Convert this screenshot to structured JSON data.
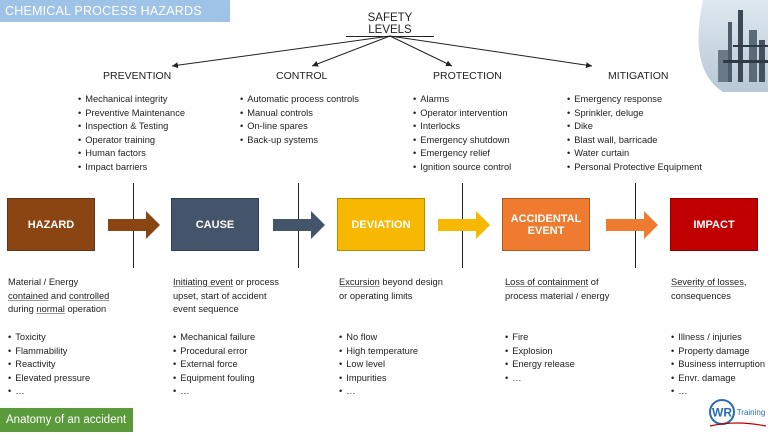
{
  "header": {
    "title": "CHEMICAL PROCESS HAZARDS ANALYSIS"
  },
  "root": {
    "label": "SAFETY LEVELS"
  },
  "categories": [
    {
      "name": "PREVENTION",
      "items": [
        "Mechanical integrity",
        "Preventive Maintenance",
        "Inspection & Testing",
        "Operator training",
        "Human factors",
        "Impact barriers"
      ]
    },
    {
      "name": "CONTROL",
      "items": [
        "Automatic process controls",
        "Manual controls",
        "On-line spares",
        "Back-up systems"
      ]
    },
    {
      "name": "PROTECTION",
      "items": [
        "Alarms",
        "Operator intervention",
        "Interlocks",
        "Emergency shutdown",
        "Emergency relief",
        "Ignition source control"
      ]
    },
    {
      "name": "MITIGATION",
      "items": [
        "Emergency response",
        "Sprinkler, deluge",
        "Dike",
        "Blast wall, barricade",
        "Water curtain",
        "Personal Protective Equipment"
      ]
    }
  ],
  "stages": [
    {
      "name": "HAZARD",
      "color": "#8b4513",
      "desc": {
        "p1": "Material / Energy",
        "p2": "contained",
        "p3": " and ",
        "p4": "controlled",
        "p5": "during ",
        "p6": "normal",
        "p7": " operation"
      },
      "items": [
        "Toxicity",
        "Flammability",
        "Reactivity",
        "Elevated pressure",
        "…"
      ]
    },
    {
      "name": "CAUSE",
      "color": "#44546a",
      "desc": {
        "p1": "Initiating event",
        "p2": " or process",
        "p3": "upset, start of accident",
        "p4": "event sequence"
      },
      "items": [
        "Mechanical failure",
        "Procedural error",
        "External force",
        "Equipment fouling",
        "…"
      ]
    },
    {
      "name": "DEVIATION",
      "color": "#f6b800",
      "desc": {
        "p1": "Excursion",
        "p2": " beyond design",
        "p3": "or operating limits"
      },
      "items": [
        "No flow",
        "High temperature",
        "Low level",
        "Impurities",
        "…"
      ]
    },
    {
      "name_line1": "ACCIDENTAL",
      "name_line2": "EVENT",
      "color": "#ee7b30",
      "desc": {
        "p1": "Loss of containment",
        "p2": " of",
        "p3": "process material / energy"
      },
      "items": [
        "Fire",
        "Explosion",
        "Energy release",
        "…"
      ]
    },
    {
      "name": "IMPACT",
      "color": "#c00000",
      "desc": {
        "p1": "Severity of losses",
        "p2": ",",
        "p3": "consequences"
      },
      "items": [
        "Illness / injuries",
        "Property damage",
        "Business interruption",
        "Envr. damage",
        "…"
      ]
    }
  ],
  "arrow_colors": [
    "#8b4513",
    "#44546a",
    "#f6b800",
    "#ee7b30"
  ],
  "footer": {
    "label": "Anatomy of an accident",
    "logo_text": "WR",
    "logo_sub": "Training"
  }
}
